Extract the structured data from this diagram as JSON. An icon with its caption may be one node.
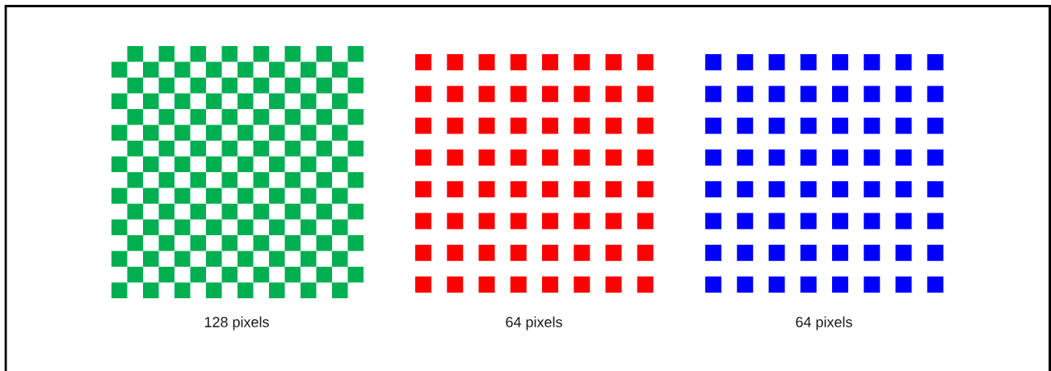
{
  "diagram": {
    "labels": [
      "128 pixels",
      "64 pixels",
      "64 pixels"
    ]
  }
}
